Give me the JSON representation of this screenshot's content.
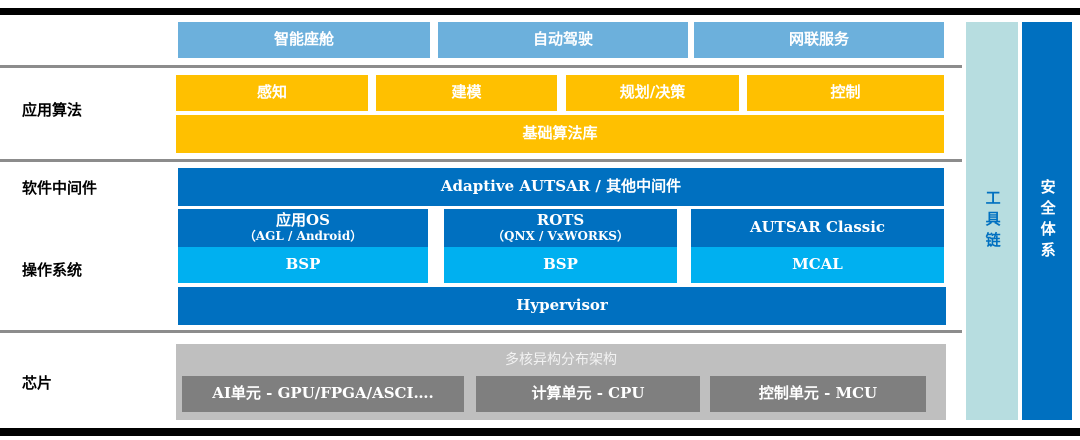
{
  "top_row": [
    "智能座舱",
    "自动驾驶",
    "网联服务"
  ],
  "layers": {
    "algorithms": {
      "label": "应用算法",
      "items": [
        "感知",
        "建模",
        "规划/决策",
        "控制"
      ],
      "base": "基础算法库"
    },
    "middleware": {
      "label": "软件中间件",
      "item": "Adaptive AUTSAR / 其他中间件"
    },
    "os": {
      "label": "操作系统",
      "stacks": [
        {
          "title": "应用OS",
          "subtitle": "（AGL / Android）",
          "lower": "BSP"
        },
        {
          "title": "ROTS",
          "subtitle": "（QNX / VxWORKS）",
          "lower": "BSP"
        },
        {
          "title": "AUTSAR Classic",
          "subtitle": "",
          "lower": "MCAL"
        }
      ],
      "hypervisor": "Hypervisor"
    },
    "chip": {
      "label": "芯片",
      "title": "多核异构分布架构",
      "units": [
        "AI单元 - GPU/FPGA/ASCI….",
        "计算单元 - CPU",
        "控制单元 - MCU"
      ]
    }
  },
  "side": {
    "toolchain": "工具链",
    "security": "安全体系"
  },
  "colors": {
    "top": "#6cb0dc",
    "algorithm": "#ffc000",
    "dark_blue": "#0070c0",
    "light_blue": "#00b0f0",
    "chip_bg": "#bfbfbf",
    "chip_unit": "#7f7f7f",
    "toolchain": "#b7dde0"
  }
}
